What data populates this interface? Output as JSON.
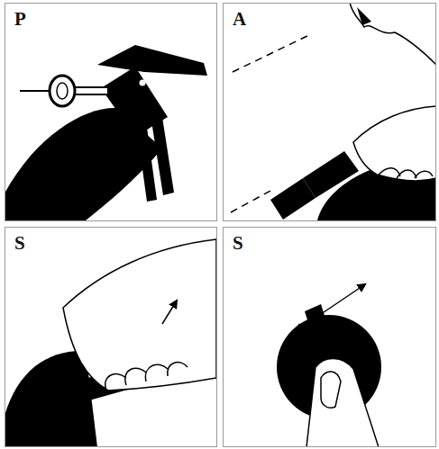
{
  "diagram": {
    "nodes": [
      {
        "text": [
          "P"
        ]
      },
      {
        "text": [
          "A"
        ]
      },
      {
        "text": [
          "S"
        ]
      },
      {
        "text": [
          "S"
        ]
      }
    ]
  }
}
